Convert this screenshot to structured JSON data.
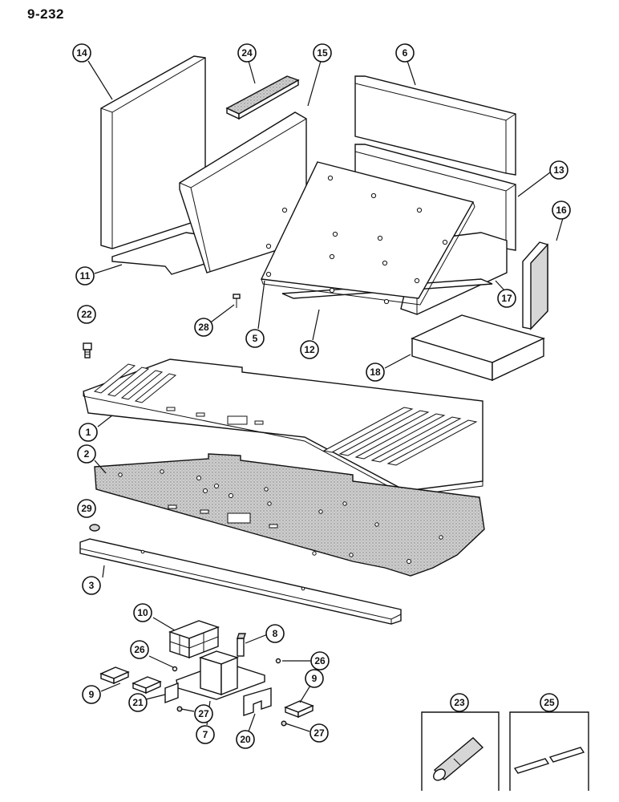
{
  "page_number": "9-232",
  "callouts": [
    {
      "id": "c14",
      "label": "14"
    },
    {
      "id": "c24",
      "label": "24"
    },
    {
      "id": "c15",
      "label": "15"
    },
    {
      "id": "c6",
      "label": "6"
    },
    {
      "id": "c13",
      "label": "13"
    },
    {
      "id": "c16",
      "label": "16"
    },
    {
      "id": "c11",
      "label": "11"
    },
    {
      "id": "c17",
      "label": "17"
    },
    {
      "id": "c22",
      "label": "22"
    },
    {
      "id": "c28",
      "label": "28"
    },
    {
      "id": "c5",
      "label": "5"
    },
    {
      "id": "c12",
      "label": "12"
    },
    {
      "id": "c18",
      "label": "18"
    },
    {
      "id": "c1",
      "label": "1"
    },
    {
      "id": "c2",
      "label": "2"
    },
    {
      "id": "c29",
      "label": "29"
    },
    {
      "id": "c3",
      "label": "3"
    },
    {
      "id": "c10",
      "label": "10"
    },
    {
      "id": "c8",
      "label": "8"
    },
    {
      "id": "c26a",
      "label": "26"
    },
    {
      "id": "c26b",
      "label": "26"
    },
    {
      "id": "c9a",
      "label": "9"
    },
    {
      "id": "c9b",
      "label": "9"
    },
    {
      "id": "c21",
      "label": "21"
    },
    {
      "id": "c27a",
      "label": "27"
    },
    {
      "id": "c27b",
      "label": "27"
    },
    {
      "id": "c7",
      "label": "7"
    },
    {
      "id": "c20",
      "label": "20"
    },
    {
      "id": "c23",
      "label": "23"
    },
    {
      "id": "c25",
      "label": "25"
    }
  ]
}
